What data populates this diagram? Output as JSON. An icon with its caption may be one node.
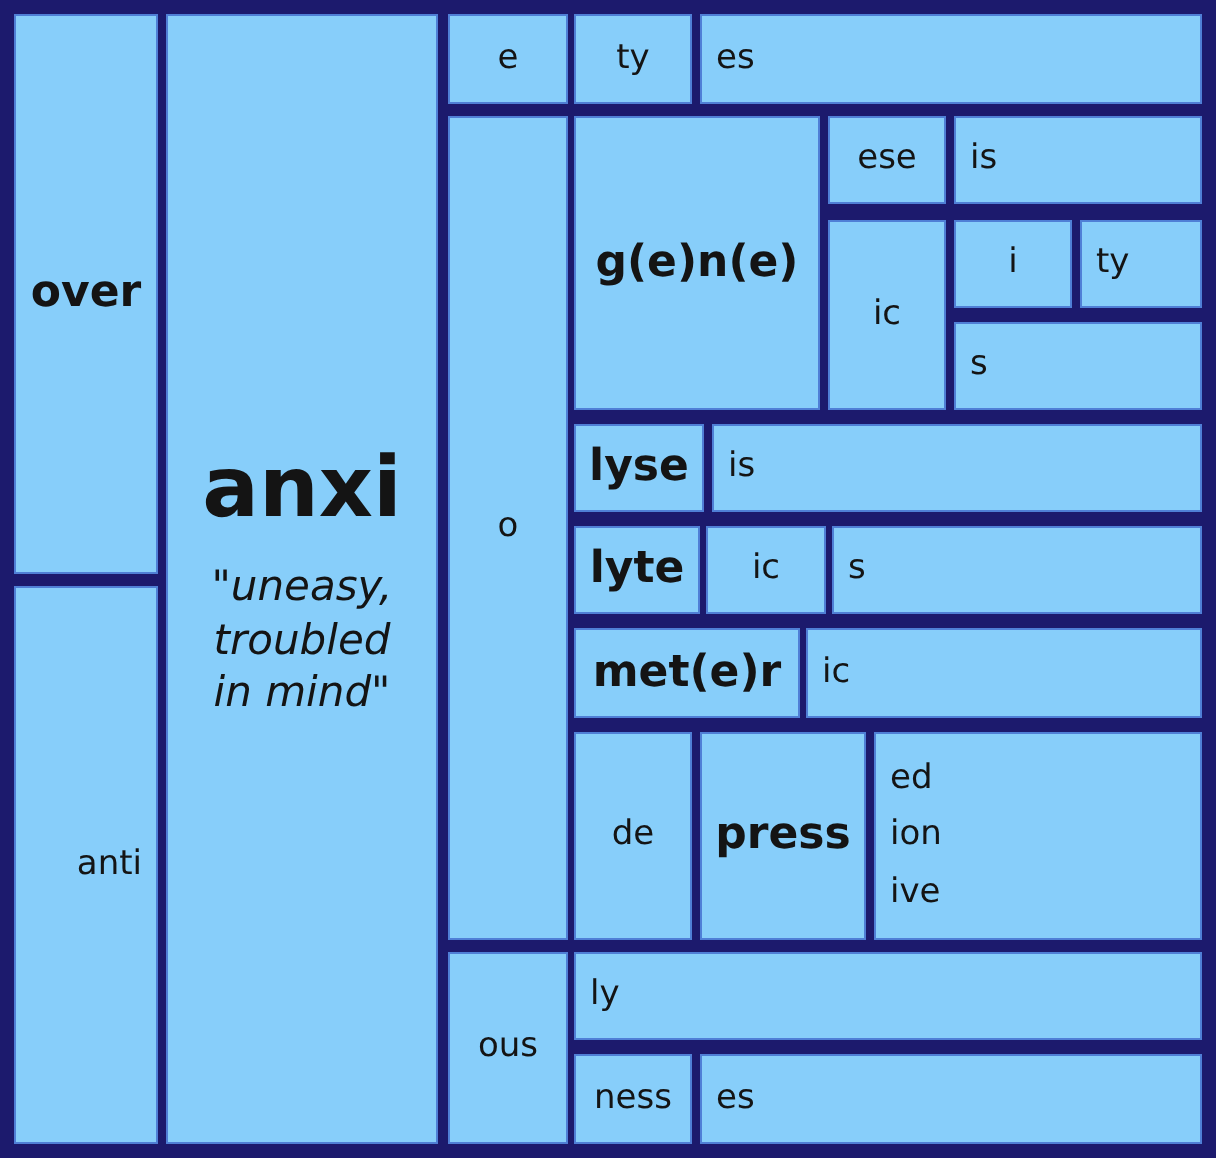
{
  "diagram": {
    "nodes": [
      {
        "text": [
          "over"
        ]
      },
      {
        "text": [
          "anti"
        ]
      },
      {
        "text": [
          "anxi",
          "\"uneasy, troubled in mind\""
        ]
      },
      {
        "text": [
          "e"
        ]
      },
      {
        "text": [
          "ty"
        ]
      },
      {
        "text": [
          "es"
        ]
      },
      {
        "text": [
          "o"
        ]
      },
      {
        "text": [
          "g(e)n(e)"
        ]
      },
      {
        "text": [
          "ese"
        ]
      },
      {
        "text": [
          "is"
        ]
      },
      {
        "text": [
          "ic"
        ]
      },
      {
        "text": [
          "i"
        ]
      },
      {
        "text": [
          "ty"
        ]
      },
      {
        "text": [
          "s"
        ]
      },
      {
        "text": [
          "lyse"
        ]
      },
      {
        "text": [
          "is"
        ]
      },
      {
        "text": [
          "lyte"
        ]
      },
      {
        "text": [
          "ic"
        ]
      },
      {
        "text": [
          "s"
        ]
      },
      {
        "text": [
          "met(e)r"
        ]
      },
      {
        "text": [
          "ic"
        ]
      },
      {
        "text": [
          "de"
        ]
      },
      {
        "text": [
          "press"
        ]
      },
      {
        "text": [
          "ed",
          "ion",
          "ive"
        ]
      },
      {
        "text": [
          "ous"
        ]
      },
      {
        "text": [
          "ly"
        ]
      },
      {
        "text": [
          "ness"
        ]
      },
      {
        "text": [
          "es"
        ]
      }
    ]
  }
}
